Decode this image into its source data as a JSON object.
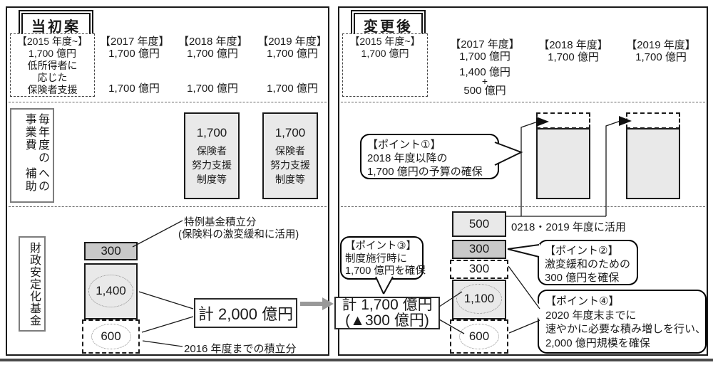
{
  "colors": {
    "box_light": "#e9e9e9",
    "box_dark": "#c9c9c9",
    "arrow_gray": "#999999",
    "border": "#1a1a1a"
  },
  "left": {
    "title": "当初案",
    "box2015": [
      "【2015 年度~】",
      "1,700 億円",
      "低所得者に",
      "応じた",
      "保険者支援"
    ],
    "col2017": {
      "header": "【2017 年度】",
      "amount": "1,700 億円",
      "amount2": "1,700 億円"
    },
    "col2018": {
      "header": "【2018 年度】",
      "amount": "1,700 億円",
      "amount2": "1,700 億円"
    },
    "col2019": {
      "header": "【2019 年度】",
      "amount": "1,700 億円",
      "amount2": "1,700 億円"
    },
    "subsidy_label": [
      "毎年度の事業費",
      "への補助"
    ],
    "support_box": [
      "1,700",
      "保険者",
      "努力支援",
      "制度等"
    ],
    "fund_label": "財政安定化基金",
    "fund_300": "300",
    "fund_1400": "1,400",
    "fund_600": "600",
    "note_special_fund": [
      "特例基金積立分",
      "(保険料の激変緩和に活用)"
    ],
    "total": "計 2,000 億円",
    "note_2016": "2016 年度までの積立分"
  },
  "right": {
    "title": "変更後",
    "box2015": [
      "【2015 年度~】",
      "1,700 億円"
    ],
    "col2017": {
      "header": "【2017 年度】",
      "amount": "1,700 億円",
      "amount_b": "1,400 億円",
      "plus": "+",
      "amount_c": "500 億円"
    },
    "col2018": {
      "header": "【2018 年度】",
      "amount": "1,700 億円"
    },
    "col2019": {
      "header": "【2019 年度】",
      "amount": "1,700 億円"
    },
    "point1": [
      "【ポイント①】",
      "2018 年度以降の",
      "1,700 億円の予算の確保"
    ],
    "stack": {
      "v500": "500",
      "v300_secured": "300",
      "v300_planned": "300",
      "v1100": "1,100",
      "v600": "600"
    },
    "note_usage": "0218・2019 年度に活用",
    "point2": [
      "【ポイント②】",
      "激変緩和のための",
      "300 億円を確保"
    ],
    "point3": [
      "【ポイント③】",
      "制度施行時に",
      "1,700 億円を確保"
    ],
    "total": [
      "計 1,700 億円",
      "(▲300 億円)"
    ],
    "point4": [
      "【ポイント④】",
      "2020 年度末までに",
      "速やかに必要な積み増しを行い、",
      "2,000 億円規模を確保"
    ]
  }
}
